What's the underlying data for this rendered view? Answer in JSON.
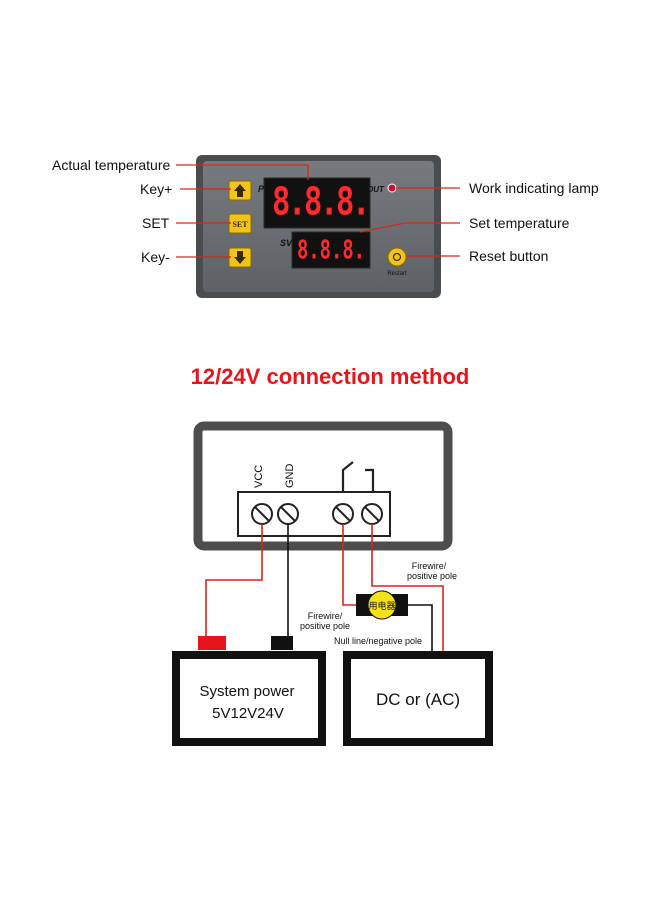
{
  "device": {
    "labels": {
      "actual_temperature": "Actual temperature",
      "key_plus": "Key+",
      "set": "SET",
      "key_minus": "Key-",
      "work_lamp": "Work indicating lamp",
      "set_temperature": "Set temperature",
      "reset_button": "Reset button"
    },
    "panel": {
      "pv": "PV",
      "sv": "SV",
      "out": "OUT",
      "set_key": "SET",
      "restart": "Restart",
      "pv_display": "8.8.8.",
      "sv_display": "8.8.8."
    }
  },
  "wiring": {
    "title": "12/24V connection method",
    "vcc": "VCC",
    "gnd": "GND",
    "load_label": "用电器",
    "firewire_right": [
      "Firewire/",
      "positive pole"
    ],
    "firewire_left": [
      "Firewire/",
      "positive pole"
    ],
    "null_line": "Null line/negative pole",
    "system_power": [
      "System power",
      "5V12V24V"
    ],
    "dc_ac": "DC or (AC)"
  },
  "colors": {
    "title_red": "#e8141b",
    "wire_red": "#d9241c",
    "panel_gray": "#666a6e",
    "key_yellow": "#f2c318",
    "led_red": "#ff2a2a",
    "lamp_red": "#c8102e"
  }
}
